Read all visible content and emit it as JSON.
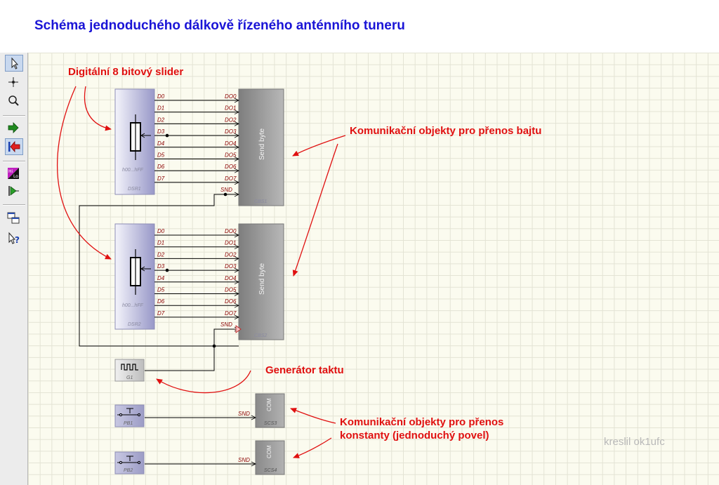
{
  "page": {
    "title": "Schéma jednoduchého dálkově řízeného anténního tuneru"
  },
  "toolbar": {
    "buttons": [
      {
        "icon": "pointer-arrow-icon",
        "active": true
      },
      {
        "icon": "crosshair-icon",
        "active": false
      },
      {
        "icon": "zoom-icon",
        "active": false
      },
      {
        "icon": "run-forward-arrow-icon",
        "active": false
      },
      {
        "icon": "stop-back-arrow-icon",
        "active": false
      },
      {
        "icon": "hi-lo-icon",
        "active": false
      },
      {
        "icon": "probe-icon",
        "active": false
      },
      {
        "icon": "windows-icon",
        "active": false
      },
      {
        "icon": "help-pointer-icon",
        "active": false
      }
    ]
  },
  "annotations": {
    "slider": "Digitální 8 bitový slider",
    "byte_objects": "Komunikační objekty pro přenos bajtu",
    "generator": "Generátor taktu",
    "const_objects_line1": "Komunikační objekty pro přenos",
    "const_objects_line2": "konstanty (jednoduchý povel)",
    "credit": "kreslil ok1ufc"
  },
  "blocks": {
    "dsr1": {
      "label": "DSR1",
      "range": "h00...hFF"
    },
    "dsr2": {
      "label": "DSR2",
      "range": "h00...hFF"
    },
    "cbs1": {
      "label": "CBS1",
      "text": "Send byte"
    },
    "cbs2": {
      "label": "CBS2",
      "text": "Send byte"
    },
    "g1": {
      "label": "G1"
    },
    "pb1": {
      "label": "PB1"
    },
    "pb2": {
      "label": "PB2"
    },
    "scs3": {
      "label": "SCS3",
      "text": "COM"
    },
    "scs4": {
      "label": "SCS4",
      "text": "COM"
    }
  },
  "pins": {
    "outputs": [
      "D0",
      "D1",
      "D2",
      "D3",
      "D4",
      "D5",
      "D6",
      "D7"
    ],
    "inputs": [
      "DO0",
      "DO1",
      "DO2",
      "DO3",
      "DO4",
      "DO5",
      "DO6",
      "DO7"
    ],
    "snd": "SND"
  },
  "colors": {
    "title": "#1a14d6",
    "annotation": "#e01010",
    "wire": "#000000",
    "slider_block": "#a8a8d0",
    "send_block": "#8c8c8c"
  }
}
